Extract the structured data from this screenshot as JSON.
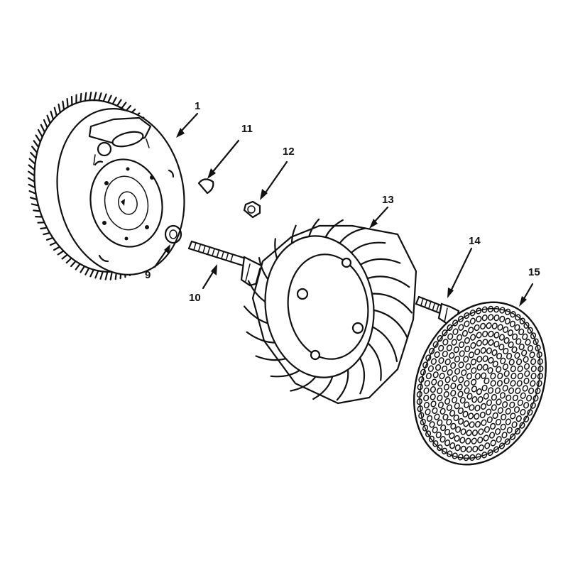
{
  "parts": [
    {
      "id": "flywheel",
      "callout": "1"
    },
    {
      "id": "washer",
      "callout": "9"
    },
    {
      "id": "bolt",
      "callout": "10"
    },
    {
      "id": "key",
      "callout": "11"
    },
    {
      "id": "nut",
      "callout": "12"
    },
    {
      "id": "fan",
      "callout": "13"
    },
    {
      "id": "screw",
      "callout": "14"
    },
    {
      "id": "screen",
      "callout": "15"
    }
  ],
  "colors": {
    "ink": "#111111",
    "paper": "#ffffff"
  }
}
